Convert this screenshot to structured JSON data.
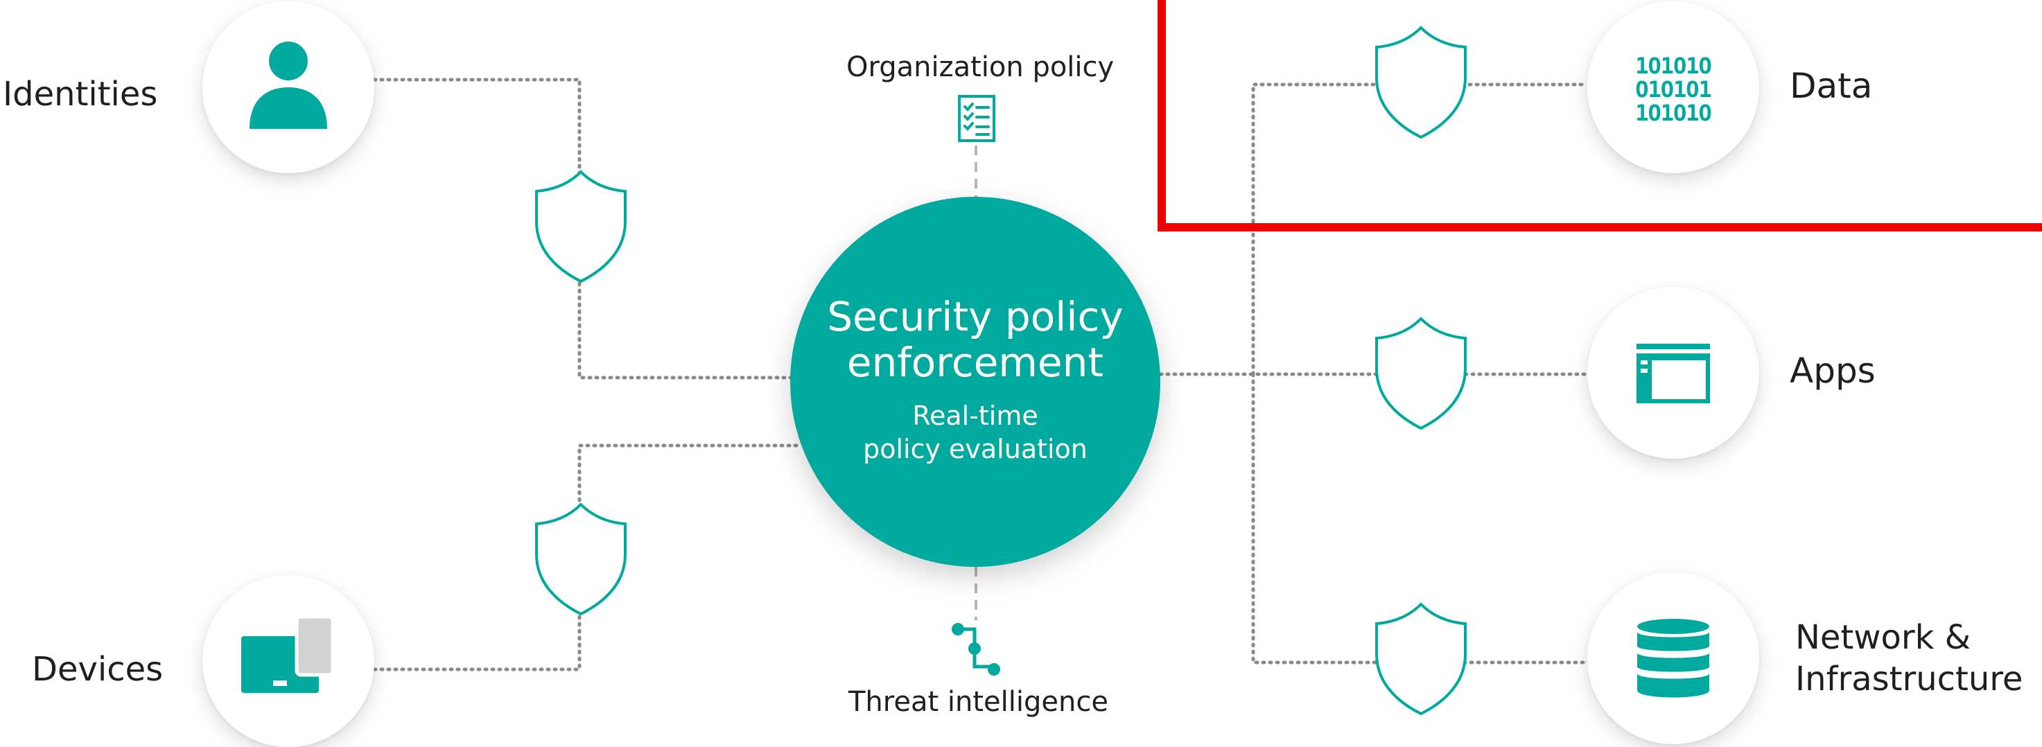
{
  "colors": {
    "accent": "#00a99d",
    "connector": "#888888",
    "highlight": "#ee0000",
    "text": "#1f1f1f"
  },
  "hub": {
    "title_line1": "Security policy",
    "title_line2": "enforcement",
    "subtitle_line1": "Real-time",
    "subtitle_line2": "policy evaluation"
  },
  "inputs": {
    "organization_policy": "Organization policy",
    "threat_intelligence": "Threat intelligence"
  },
  "sources": {
    "identities": "Identities",
    "devices": "Devices"
  },
  "resources": {
    "data": "Data",
    "data_icon_bits": [
      "1O1O1O",
      "O1O1O1",
      "1O1O1O"
    ],
    "apps": "Apps",
    "network_line1": "Network &",
    "network_line2": "Infrastructure"
  },
  "icons": {
    "identities": "person-icon",
    "devices": "devices-icon",
    "organization_policy": "checklist-icon",
    "threat_intelligence": "flow-icon",
    "data": "binary-icon",
    "apps": "app-window-icon",
    "network": "database-icon",
    "enforcement_points": "shield-icon"
  }
}
